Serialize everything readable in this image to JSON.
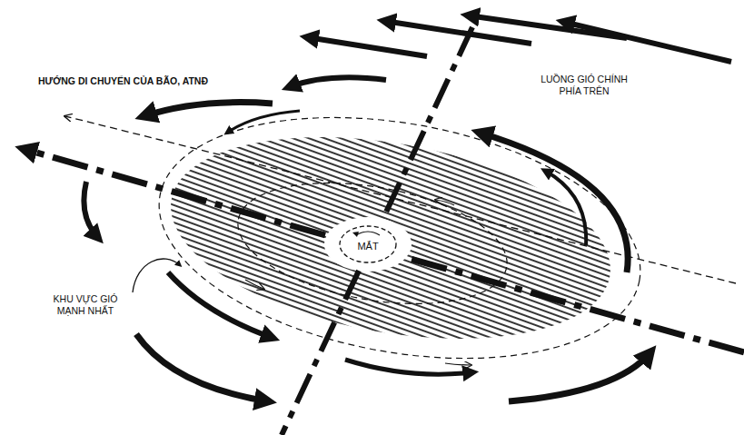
{
  "diagram": {
    "nodes": [
      {
        "text": [
          "MẮT"
        ]
      }
    ],
    "labels": [
      "HƯỚNG DI CHUYỂN CỦA BÃO, ATNĐ",
      "LUỒNG GIÓ CHÍNH PHÍA TRÊN",
      "KHU VỰC GIÓ MẠNH NHẤT"
    ]
  }
}
